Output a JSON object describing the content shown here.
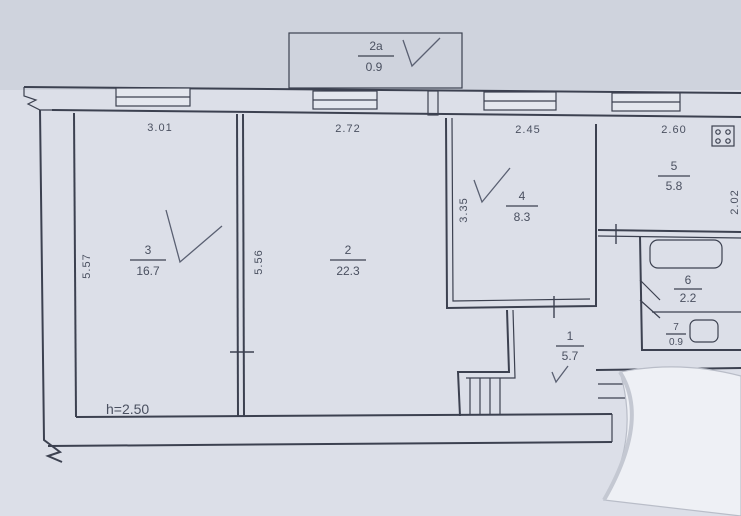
{
  "rooms": [
    {
      "id": "2a",
      "number": "2а",
      "area": "0.9"
    },
    {
      "id": "3",
      "number": "3",
      "area": "16.7"
    },
    {
      "id": "2",
      "number": "2",
      "area": "22.3"
    },
    {
      "id": "4",
      "number": "4",
      "area": "8.3"
    },
    {
      "id": "5",
      "number": "5",
      "area": "5.8"
    },
    {
      "id": "6",
      "number": "6",
      "area": "2.2"
    },
    {
      "id": "7",
      "number": "7",
      "area": "0.9"
    },
    {
      "id": "1",
      "number": "1",
      "area": "5.7"
    }
  ],
  "dimensions": {
    "room3_width": "3.01",
    "room2_width": "2.72",
    "room4_width": "2.45",
    "room5_width": "2.60",
    "room3_length": "5.57",
    "room2_length": "5.56",
    "room4_length": "3.35",
    "room5_length": "2.02"
  },
  "ceiling_height": "h=2.50",
  "colors": {
    "paper": "#dcdfe8",
    "ink": "#3c4150",
    "pencil": "#5a6072"
  }
}
